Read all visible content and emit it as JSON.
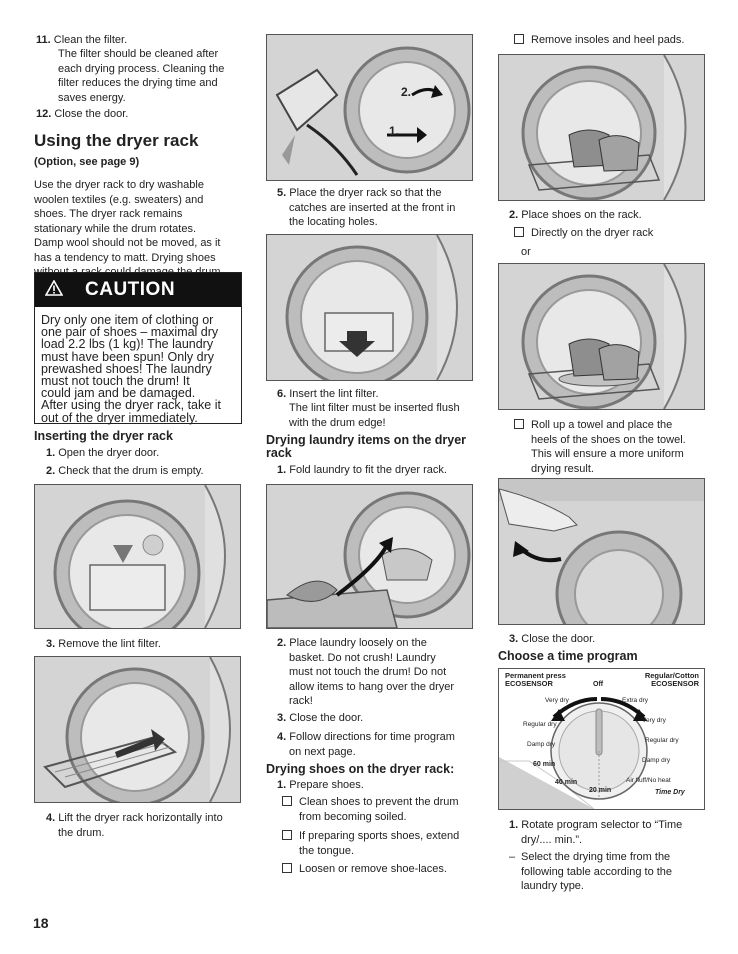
{
  "col1": {
    "item11_num": "11.",
    "item11_text": "Clean the filter.",
    "item11_detail": [
      "The filter should be cleaned after",
      "each drying process. Cleaning the",
      "filter reduces the drying time and",
      "saves energy."
    ],
    "item12_num": "12.",
    "item12_text": "Close the door.",
    "heading": "Using the dryer rack",
    "option": "(Option, see page 9)",
    "intro": [
      "Use the dryer rack to dry washable",
      "woolen textiles (e.g. sweaters) and",
      "shoes. The dryer rack remains",
      "stationary while the drum rotates.",
      "Damp wool should not be moved, as it",
      "has a tendency to matt. Drying shoes",
      "without a rack could damage the drum."
    ],
    "caution_title": "CAUTION",
    "caution_lines": [
      "Dry only one item of clothing or",
      "one pair of shoes – maximal dry",
      "load  2.2 lbs (1 kg)! The laundry",
      "must have been spun! Only dry",
      "prewashed shoes! The laundry",
      "must not touch the drum! It",
      "could jam and be damaged.",
      "After using the dryer rack, take it",
      "out of the dryer immediately."
    ],
    "inserting_heading": "Inserting the dryer rack",
    "step1_num": "1.",
    "step1": "Open the dryer door.",
    "step2_num": "2.",
    "step2": "Check that the drum is empty.",
    "step3_num": "3.",
    "step3": "Remove the lint filter.",
    "step4_num": "4.",
    "step4_lines": [
      "Lift the dryer rack horizontally into",
      "the drum."
    ],
    "page_number": "18"
  },
  "col2": {
    "fig_labels": [
      "2.",
      "1."
    ],
    "step5_num": "5.",
    "step5_lines": [
      "Place the dryer rack so that the",
      "catches are inserted at the front in",
      "the locating holes."
    ],
    "step6_num": "6.",
    "step6": "Insert the lint filter.",
    "step6_detail": [
      "The lint filter must be inserted flush",
      "with the drum edge!"
    ],
    "drying_heading": [
      "Drying laundry items on the dryer",
      "rack"
    ],
    "d1_num": "1.",
    "d1": "Fold laundry to fit the dryer rack.",
    "d2_num": "2.",
    "d2_lines": [
      "Place laundry loosely on the",
      "basket. Do not crush! Laundry",
      "must not touch the drum! Do not",
      "allow items to hang over the dryer",
      "rack!"
    ],
    "d3_num": "3.",
    "d3": "Close the door.",
    "d4_num": "4.",
    "d4_lines": [
      "Follow directions for time program",
      "on next page."
    ],
    "shoes_heading": "Drying shoes on the dryer rack:",
    "s1_num": "1.",
    "s1": "Prepare shoes.",
    "s1_items": [
      [
        "Clean shoes to prevent the drum",
        "from becoming soiled."
      ],
      [
        "If preparing sports shoes, extend",
        "the tongue."
      ],
      [
        "Loosen or remove shoe-laces."
      ]
    ]
  },
  "col3": {
    "top_item": "Remove insoles and heel pads.",
    "p2_num": "2.",
    "p2": "Place shoes on the rack.",
    "p2_option": "Directly on the dryer rack",
    "or": "or",
    "towel_lines": [
      "Roll up a towel and place the",
      "heels of the shoes on the towel.",
      "This will ensure a more uniform",
      "drying result."
    ],
    "p3_num": "3.",
    "p3": "Close the door.",
    "choose_heading": "Choose a time program",
    "dial": {
      "left_title": "Permanent press",
      "left_sensor": "ECOSENSOR",
      "right_title": "Regular/Cotton",
      "right_sensor": "ECOSENSOR",
      "off": "Off",
      "very_dry_left": "Very dry",
      "regular_dry_left": "Regular dry",
      "damp_dry_left": "Damp dry",
      "extra_dry": "Extra dry",
      "very_dry_right": "Very dry",
      "regular_dry_right": "Regular dry",
      "damp_dry_right": "Damp dry",
      "min60": "60 min",
      "min40": "40 min",
      "min20": "20 min",
      "air_fluff": "Air fluff/No heat",
      "time_dry": "Time Dry"
    },
    "r1_num": "1.",
    "r1_lines": [
      "Rotate program selector to “Time",
      "dry/.... min.”."
    ],
    "dash": "–",
    "r2_lines": [
      "Select the drying time from the",
      "following table according to the",
      "laundry type."
    ]
  }
}
